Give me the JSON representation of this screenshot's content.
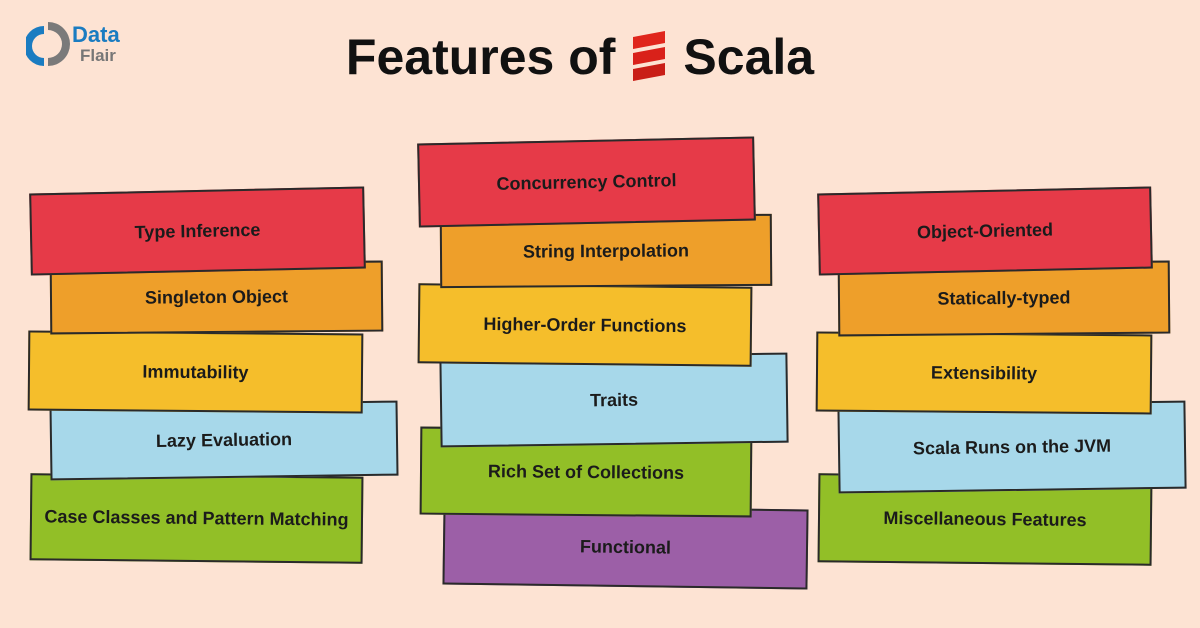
{
  "logo": {
    "line1": "Data",
    "line2": "Flair"
  },
  "title": {
    "prefix": "Features of",
    "brand": "Scala"
  },
  "colors": {
    "background": "#fde3d3",
    "red": "#e63a48",
    "orange": "#ee9f2a",
    "yellow": "#f5be2b",
    "blue": "#a7d8ea",
    "green": "#92bf27",
    "purple": "#9c5fa7"
  },
  "left": [
    "Type Inference",
    "Singleton Object",
    "Immutability",
    "Lazy Evaluation",
    "Case Classes and Pattern Matching"
  ],
  "middle": [
    "Concurrency Control",
    "String Interpolation",
    "Higher-Order Functions",
    "Traits",
    "Rich Set of Collections",
    "Functional"
  ],
  "right": [
    "Object-Oriented",
    "Statically-typed",
    "Extensibility",
    "Scala Runs on the JVM",
    "Miscellaneous Features"
  ]
}
